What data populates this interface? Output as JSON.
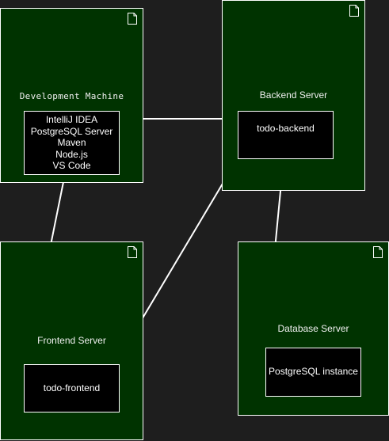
{
  "nodes": {
    "development_machine": {
      "title": "Development Machine",
      "items": [
        "IntelliJ IDEA",
        "PostgreSQL Server",
        "Maven",
        "Node.js",
        "VS Code"
      ]
    },
    "backend_server": {
      "title": "Backend Server",
      "component": "todo-backend"
    },
    "frontend_server": {
      "title": "Frontend Server",
      "component": "todo-frontend"
    },
    "database_server": {
      "title": "Database Server",
      "component": "PostgreSQL instance"
    }
  },
  "colors": {
    "background": "#1e1e1e",
    "node_fill": "#003300",
    "component_fill": "#000000",
    "stroke": "#ffffff"
  },
  "icons": {
    "node_icon": "document-icon"
  }
}
